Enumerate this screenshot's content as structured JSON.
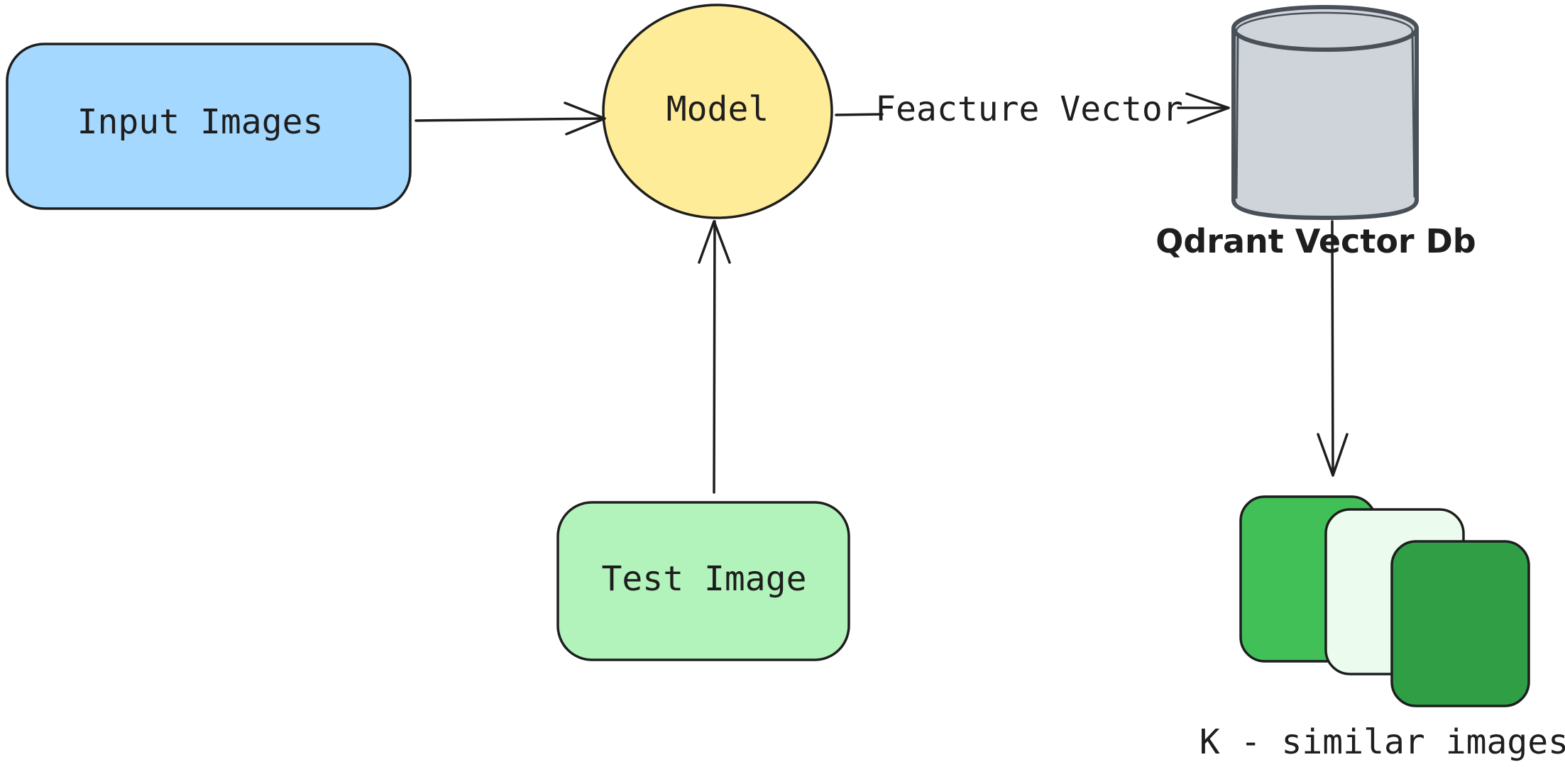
{
  "nodes": {
    "input_images": {
      "label": "Input Images",
      "color": "#a5d8ff"
    },
    "model": {
      "label": "Model",
      "color": "#ffec99"
    },
    "test_image": {
      "label": "Test Image",
      "color": "#b2f2bb"
    },
    "vector_db": {
      "label": "Qdrant Vector Db",
      "color": "#ced4da"
    },
    "similar_images": {
      "label": "K - similar images",
      "colors": [
        "#40c057",
        "#ebfbee",
        "#2f9e44"
      ]
    }
  },
  "edges": {
    "model_to_db": {
      "label": "Feacture Vector"
    }
  },
  "stroke_color": "#1e1e1e"
}
